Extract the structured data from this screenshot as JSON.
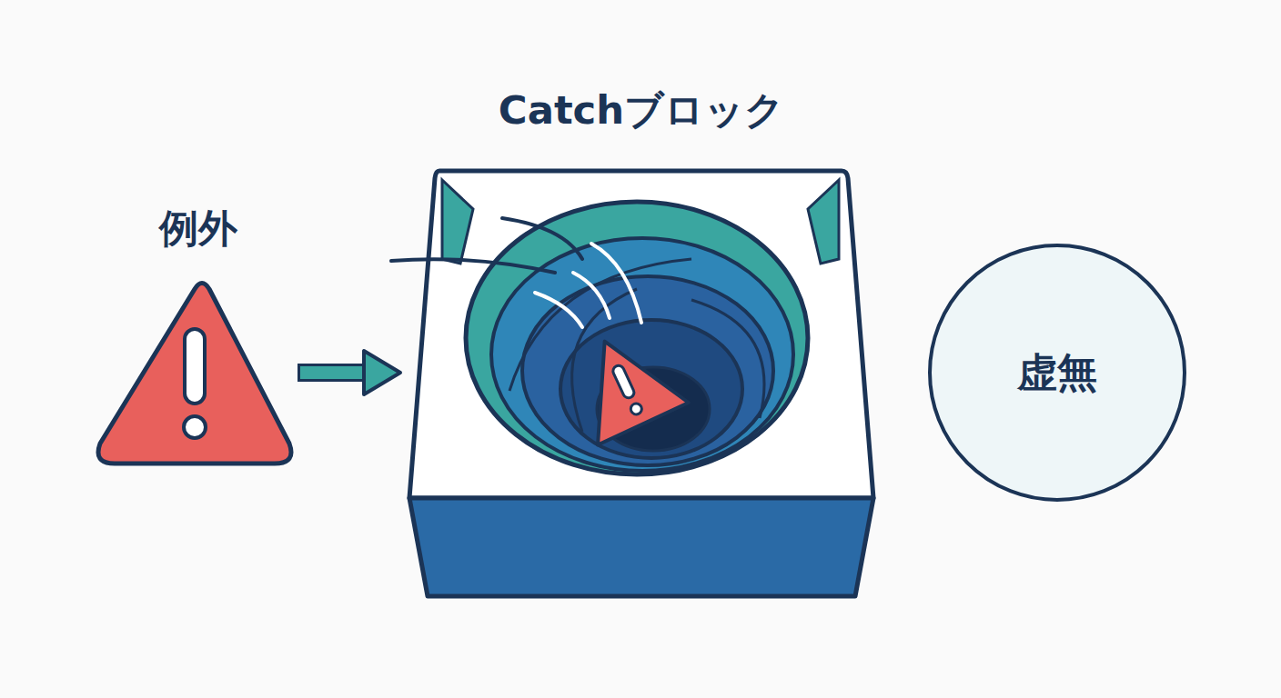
{
  "diagram": {
    "nodes": [
      {
        "text": [
          "例外"
        ]
      },
      {
        "text": [
          "Catchブロック"
        ]
      },
      {
        "text": [
          "虚無"
        ]
      }
    ],
    "edges": [
      {
        "from": 0,
        "to": 1,
        "arrow": "to"
      }
    ]
  }
}
